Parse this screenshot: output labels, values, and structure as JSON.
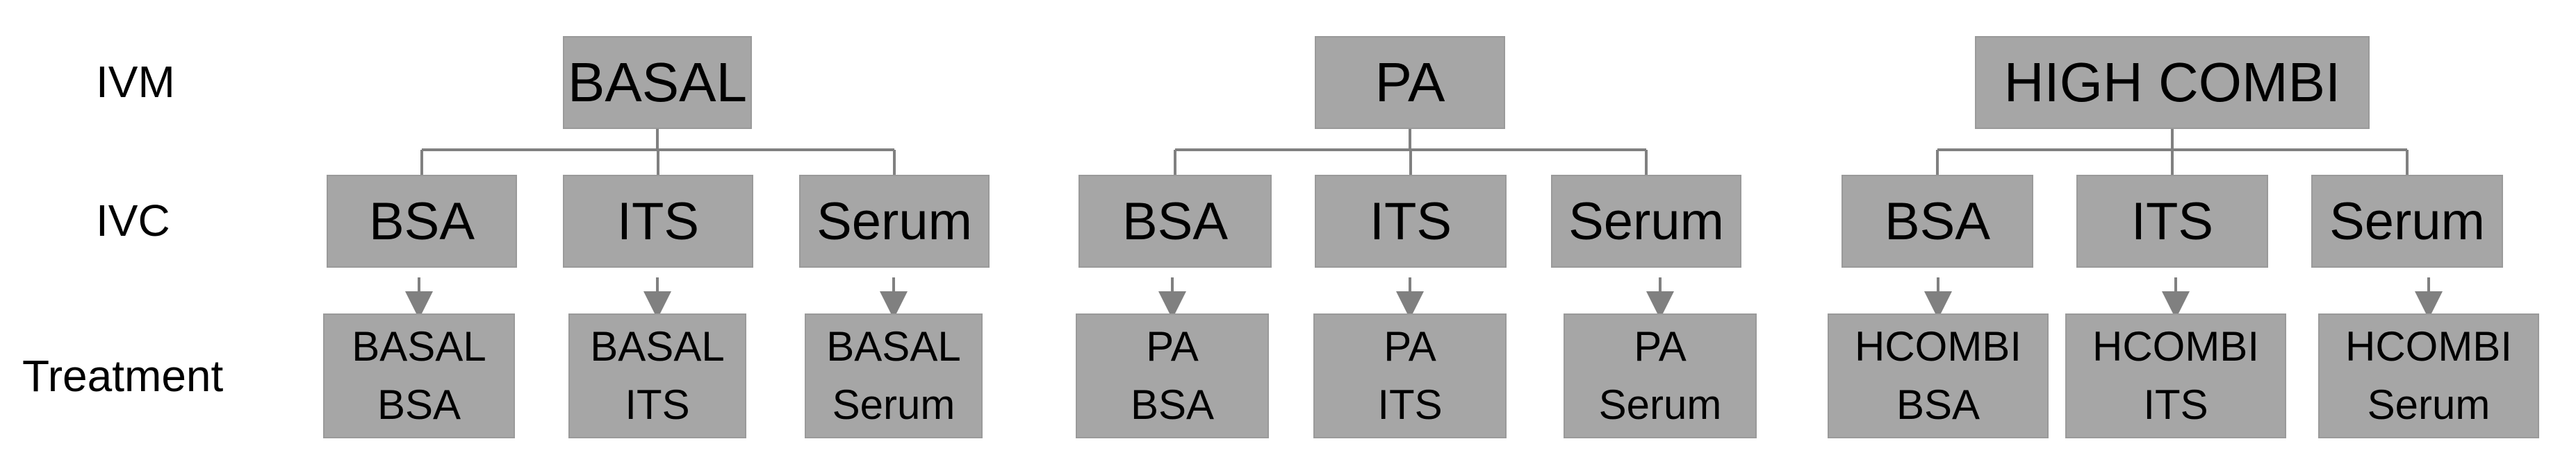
{
  "row_labels": {
    "ivm": "IVM",
    "ivc": "IVC",
    "treatment": "Treatment"
  },
  "groups": [
    {
      "ivm": "BASAL",
      "ivc": [
        "BSA",
        "ITS",
        "Serum"
      ],
      "treatments": [
        {
          "line1": "BASAL",
          "line2": "BSA"
        },
        {
          "line1": "BASAL",
          "line2": "ITS"
        },
        {
          "line1": "BASAL",
          "line2": "Serum"
        }
      ]
    },
    {
      "ivm": "PA",
      "ivc": [
        "BSA",
        "ITS",
        "Serum"
      ],
      "treatments": [
        {
          "line1": "PA",
          "line2": "BSA"
        },
        {
          "line1": "PA",
          "line2": "ITS"
        },
        {
          "line1": "PA",
          "line2": "Serum"
        }
      ]
    },
    {
      "ivm": "HIGH COMBI",
      "ivc": [
        "BSA",
        "ITS",
        "Serum"
      ],
      "treatments": [
        {
          "line1": "HCOMBI",
          "line2": "BSA"
        },
        {
          "line1": "HCOMBI",
          "line2": "ITS"
        },
        {
          "line1": "HCOMBI",
          "line2": "Serum"
        }
      ]
    }
  ],
  "colors": {
    "box": "#a6a6a6",
    "line": "#808080",
    "text": "#000000"
  }
}
